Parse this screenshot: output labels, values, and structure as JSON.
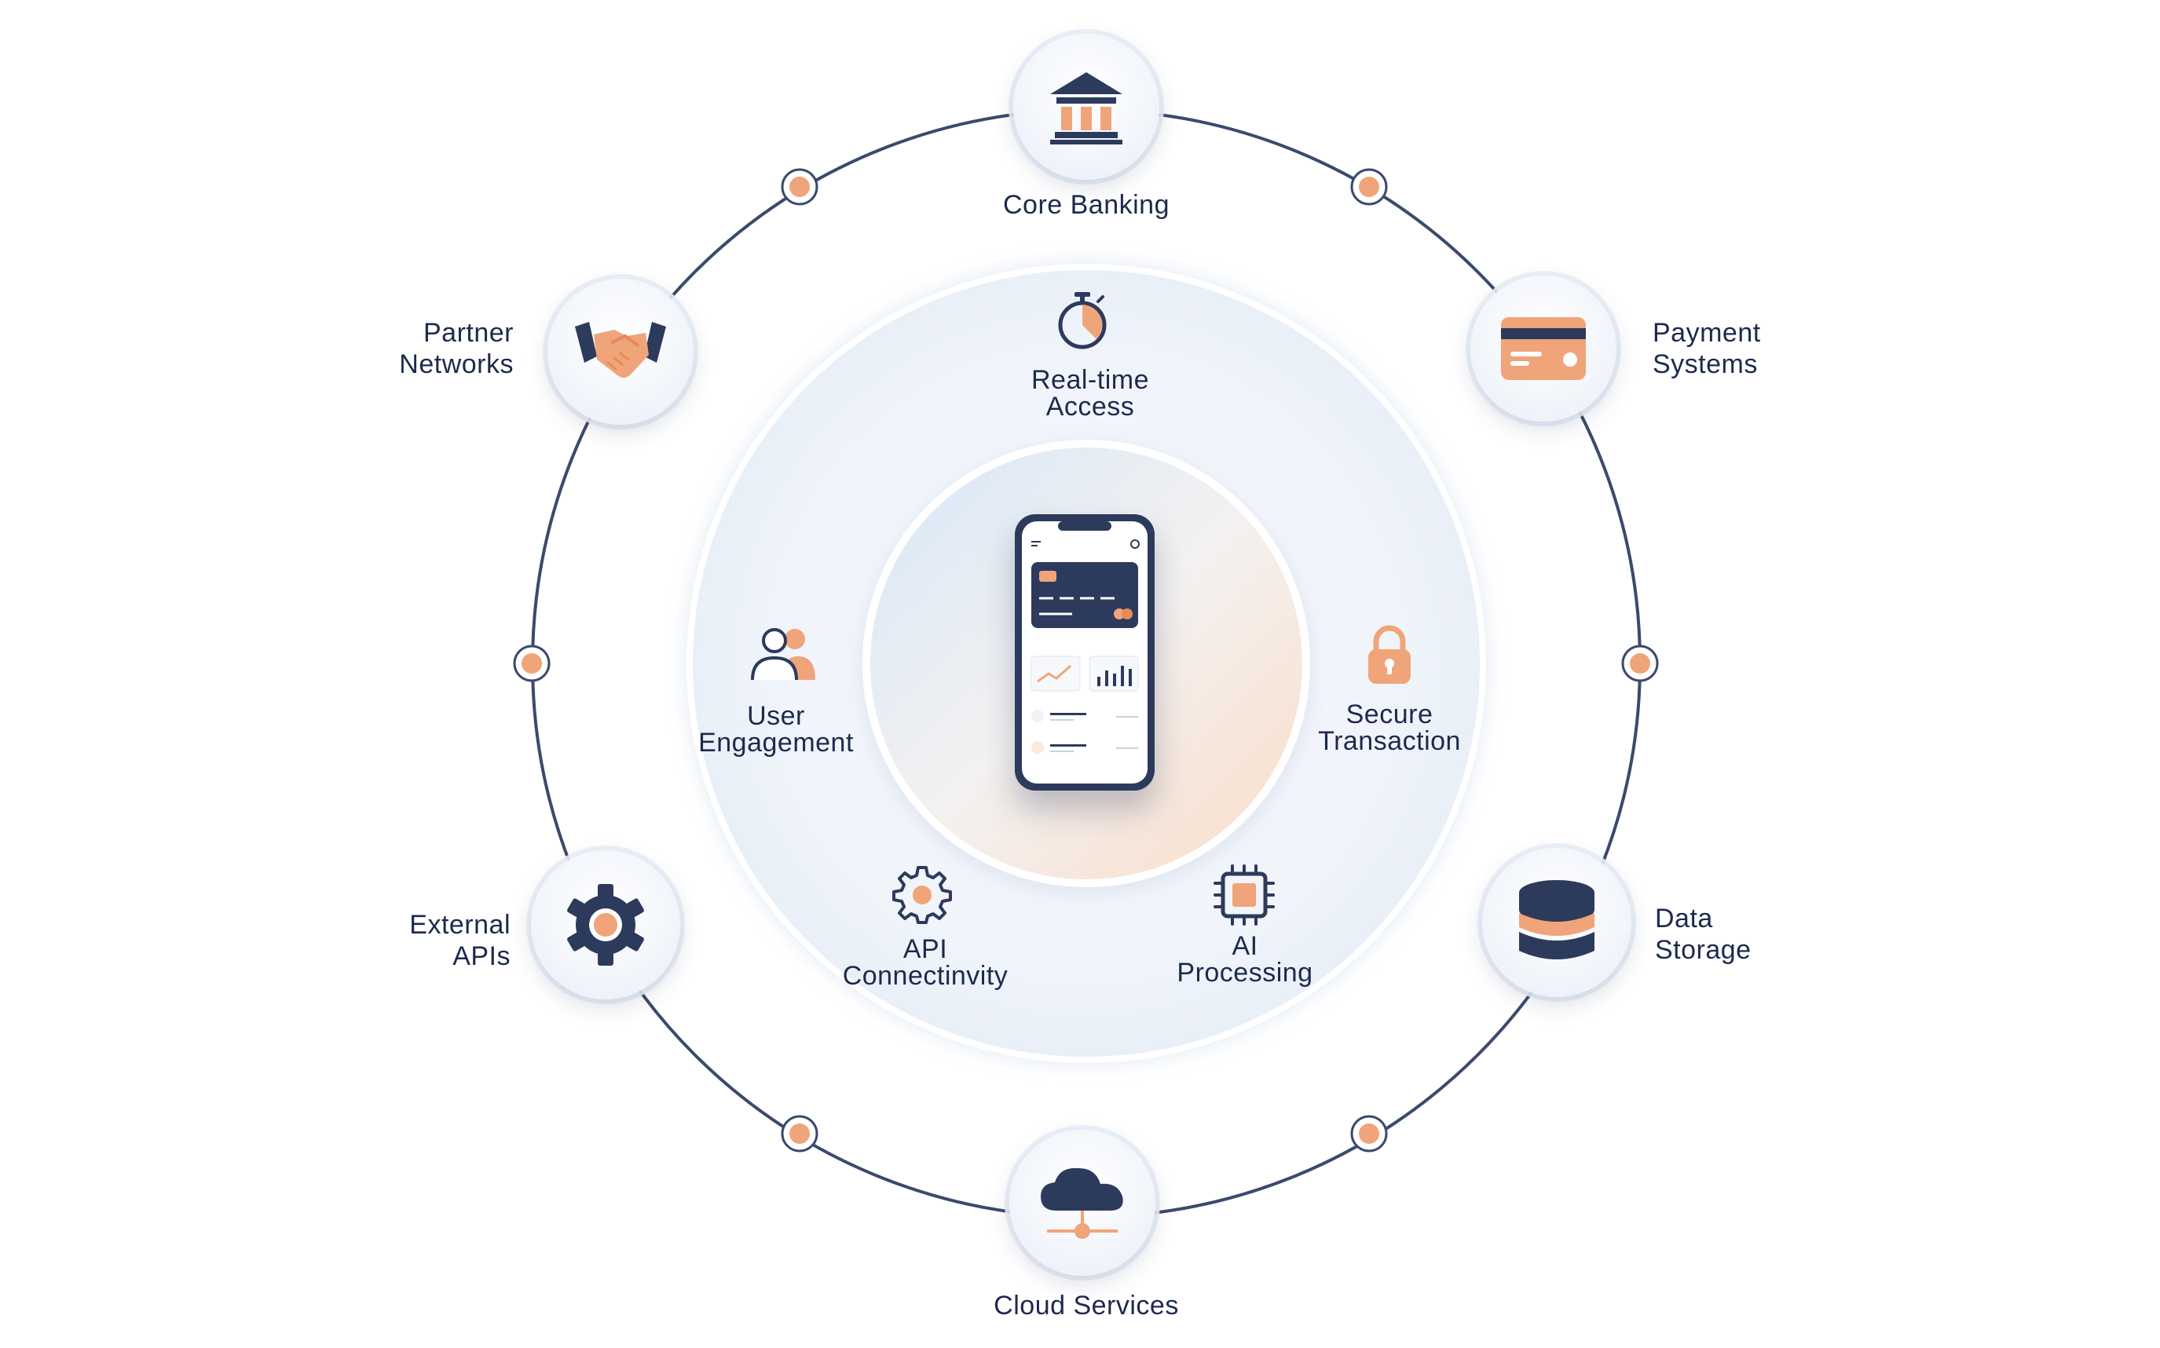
{
  "outer_nodes": [
    {
      "id": "core-banking",
      "label": [
        "Core Banking"
      ],
      "icon": "bank-icon"
    },
    {
      "id": "payment-systems",
      "label": [
        "Payment",
        "Systems"
      ],
      "icon": "credit-card-icon"
    },
    {
      "id": "data-storage",
      "label": [
        "Data",
        "Storage"
      ],
      "icon": "database-icon"
    },
    {
      "id": "cloud-services",
      "label": [
        "Cloud Services"
      ],
      "icon": "cloud-network-icon"
    },
    {
      "id": "external-apis",
      "label": [
        "External",
        "APIs"
      ],
      "icon": "gear-icon"
    },
    {
      "id": "partner-networks",
      "label": [
        "Partner",
        "Networks"
      ],
      "icon": "handshake-icon"
    }
  ],
  "inner_features": [
    {
      "id": "real-time-access",
      "label": [
        "Real-time",
        "Access"
      ],
      "icon": "stopwatch-icon"
    },
    {
      "id": "secure-transaction",
      "label": [
        "Secure",
        "Transaction"
      ],
      "icon": "padlock-icon"
    },
    {
      "id": "ai-processing",
      "label": [
        "AI",
        "Processing"
      ],
      "icon": "chip-icon"
    },
    {
      "id": "api-connectivity",
      "label": [
        "API",
        "Connectinvity"
      ],
      "icon": "gear-outline-icon"
    },
    {
      "id": "user-engagement",
      "label": [
        "User",
        "Engagement"
      ],
      "icon": "users-icon"
    }
  ],
  "center": {
    "icon": "smartphone-banking-app-icon"
  },
  "colors": {
    "navy": "#2c3a5c",
    "orange": "#f0a47a",
    "orange_dark": "#e8895a",
    "ring_line": "#3a4a6b",
    "text": "#1d2a4d"
  }
}
